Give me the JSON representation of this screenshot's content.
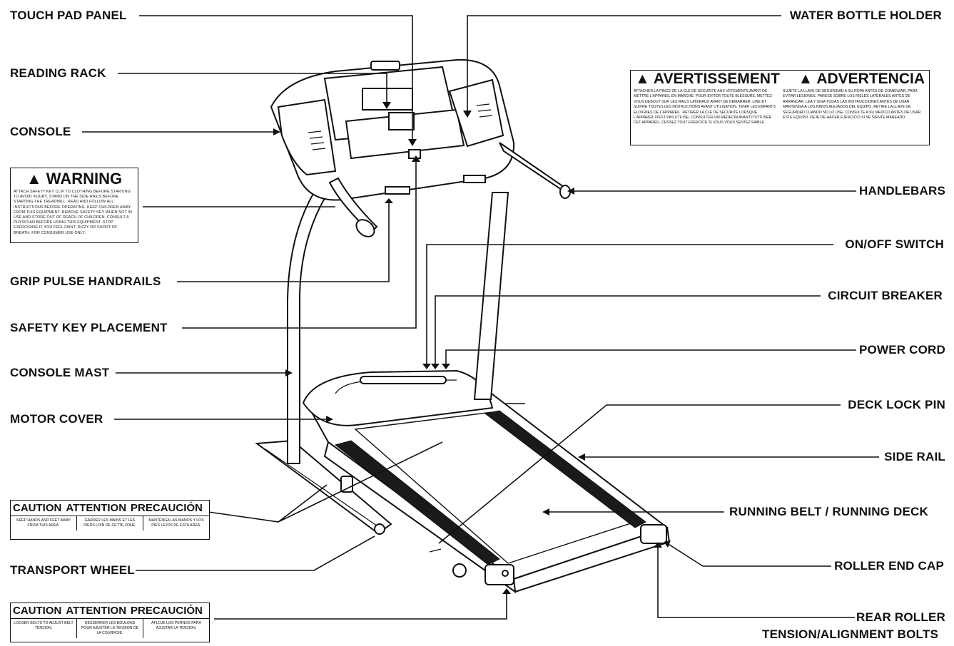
{
  "labels": {
    "touch_pad_panel": "TOUCH PAD PANEL",
    "reading_rack": "READING RACK",
    "console": "CONSOLE",
    "grip_pulse_handrails": "GRIP PULSE HANDRAILS",
    "safety_key_placement": "SAFETY KEY PLACEMENT",
    "console_mast": "CONSOLE MAST",
    "motor_cover": "MOTOR COVER",
    "transport_wheel": "TRANSPORT WHEEL",
    "water_bottle_holder": "WATER BOTTLE HOLDER",
    "handlebars": "HANDLEBARS",
    "on_off_switch": "ON/OFF SWITCH",
    "circuit_breaker": "CIRCUIT BREAKER",
    "power_cord": "POWER CORD",
    "deck_lock_pin": "DECK LOCK PIN",
    "side_rail": "SIDE RAIL",
    "running_belt": "RUNNING BELT / RUNNING DECK",
    "roller_end_cap": "ROLLER END CAP",
    "rear_roller_1": "REAR ROLLER",
    "rear_roller_2": "TENSION/ALIGNMENT BOLTS"
  },
  "warning_box": {
    "title": "▲ WARNING",
    "text": "ATTACH SAFETY KEY CLIP TO CLOTHING BEFORE STARTING. TO AVOID INJURY, STAND ON THE SIDE RAILS BEFORE STARTING THE TREADMILL. READ AND FOLLOW ALL INSTRUCTIONS BEFORE OPERATING. KEEP CHILDREN AWAY FROM THIS EQUIPMENT. REMOVE SAFETY KEY WHEN NOT IN USE AND STORE OUT OF REACH OF CHILDREN. CONSULT A PHYSICIAN BEFORE USING THIS EQUIPMENT. STOP EXERCISING IF YOU FEEL FAINT, DIZZY OR SHORT OF BREATH. FOR CONSUMER USE ONLY."
  },
  "bilingual_box": {
    "title_fr": "▲ AVERTISSEMENT",
    "title_es": "▲ ADVERTENCIA",
    "text_fr": "ATTACHER LA PINCE DE LA CLE DE SECURITE AUX VETEMENTS AVANT DE METTRE L'APPAREIL EN MARCHE. POUR EVITER TOUTE BLESSURE, METTEZ-VOUS DEBOUT SUR LES RAILS LATERAUX AVANT DE DEMARRER. LIRE ET SUIVRE TOUTES LES INSTRUCTIONS AVANT UTILISATION. TENIR LES ENFANTS ELOIGNES DE L'APPAREIL. RETIRER LA CLE DE SECURITE LORSQUE L'APPAREIL N'EST PAS UTILISE. CONSULTER UN MEDECIN AVANT D'UTILISER CET APPAREIL. CESSEZ TOUT EXERCICE SI VOUS VOUS SENTEZ FAIBLE.",
    "text_es": "SUJETE LA LLAVE DE SEGURIDAD A SU ROPA ANTES DE COMENZAR. PARA EVITAR LESIONES, PARESE SOBRE LOS RIELES LATERALES ANTES DE ARRANCAR. LEA Y SIGA TODAS LAS INSTRUCCIONES ANTES DE USAR. MANTENGA A LOS NINOS ALEJADOS DEL EQUIPO. RETIRE LA LLAVE DE SEGURIDAD CUANDO NO LO USE. CONSULTE A SU MEDICO ANTES DE USAR ESTE EQUIPO. DEJE DE HACER EJERCICIO SI SE SIENTE MAREADO."
  },
  "caution_box_1": {
    "heads": [
      "CAUTION",
      "ATTENTION",
      "PRECAUCIÓN"
    ],
    "cols": [
      "KEEP HANDS AND FEET AWAY FROM THIS AREA.",
      "GARDER LES MAINS ET LES PIEDS LOIN DE CETTE ZONE.",
      "MANTENGA LAS MANOS Y LOS PIES LEJOS DE ESTA AREA."
    ]
  },
  "caution_box_2": {
    "heads": [
      "CAUTION",
      "ATTENTION",
      "PRECAUCIÓN"
    ],
    "cols": [
      "LOOSEN BOLTS TO ADJUST BELT TENSION.",
      "DESSERRER LES BOULONS POUR AJUSTER LA TENSION DE LA COURROIE.",
      "AFLOJE LOS PERNOS PARA AJUSTAR LA TENSION."
    ]
  }
}
